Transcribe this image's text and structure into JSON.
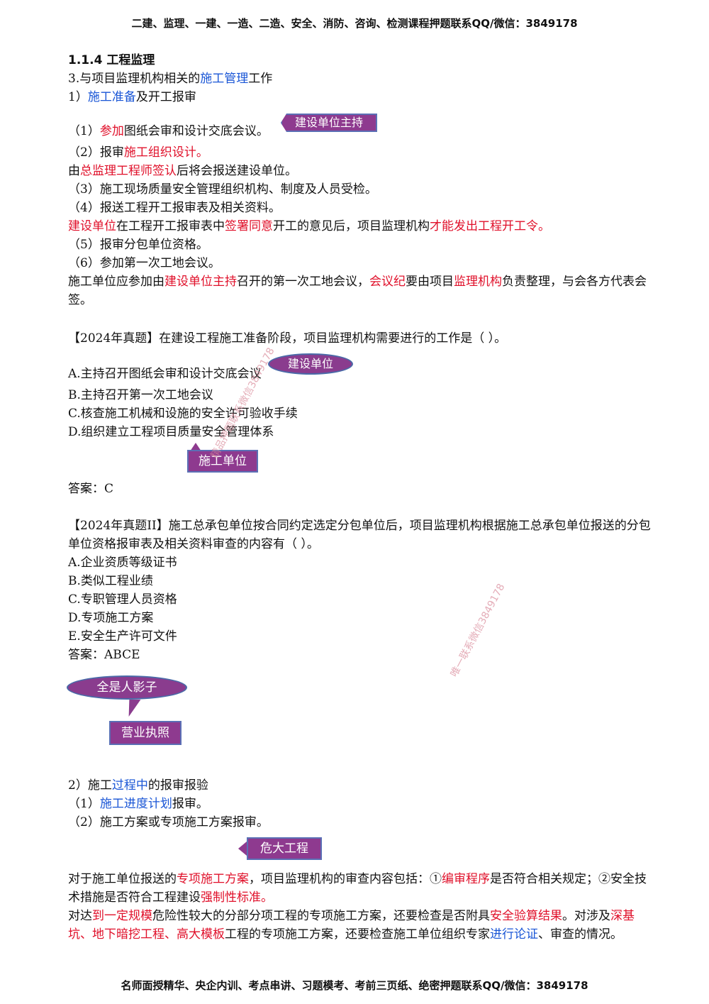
{
  "header": "二建、监理、一建、一造、二造、安全、消防、咨询、检测课程押题联系QQ/微信：3849178",
  "footer": "名师面授精华、央企内训、考点串讲、习题模考、考前三页纸、绝密押题联系QQ/微信：3849178",
  "section_title": "1.1.4  工程监理",
  "l1": {
    "a": "3.与项目监理机构相关的",
    "b": "施工管理",
    "c": "工作"
  },
  "l2": {
    "a": "1）",
    "b": "施工准备",
    "c": "及开工报审"
  },
  "l3": {
    "a": "（1）",
    "b": "参加",
    "c": "图纸会审和设计交底会议。"
  },
  "l4": {
    "a": "（2）报审",
    "b": "施工组织设计。"
  },
  "l5": {
    "a": "由",
    "b": "总监理工程师签认",
    "c": "后将会报送建设单位。"
  },
  "l6": "（3）施工现场质量安全管理组织机构、制度及人员受检。",
  "l7": "（4）报送工程开工报审表及相关资料。",
  "l8": {
    "a": "建设单位",
    "b": "在工程开工报审表中",
    "c": "签署同意",
    "d": "开工的意见后，项目监理机构",
    "e": "才能发出工程开工令。"
  },
  "l9": "（5）报审分包单位资格。",
  "l10": "（6）参加第一次工地会议。",
  "l11": {
    "a": "施工单位应参加由",
    "b": "建设单位主持",
    "c": "召开的第一次工地会议，",
    "d": "会议纪",
    "e": "要由项目",
    "f": "监理机构",
    "g": "负责整理，与会各方代表会签。"
  },
  "q1": {
    "stem": "【2024年真题】在建设工程施工准备阶段，项目监理机构需要进行的工作是（    ）。",
    "options": [
      "A.主持召开图纸会审和设计交底会议",
      "B.主持召开第一次工地会议",
      "C.核查施工机械和设施的安全许可验收手续",
      "D.组织建立工程项目质量安全管理体系"
    ],
    "answer": "答案：C"
  },
  "q2": {
    "stem": "【2024年真题II】施工总承包单位按合同约定选定分包单位后，项目监理机构根据施工总承包单位报送的分包单位资格报审表及相关资料审查的内容有（    ）。",
    "options": [
      "A.企业资质等级证书",
      "B.类似工程业绩",
      "C.专职管理人员资格",
      "D.专项施工方案",
      "E.安全生产许可文件"
    ],
    "answer": "答案：ABCE"
  },
  "l12": {
    "a": "2）施工",
    "b": "过程中",
    "c": "的报审报验"
  },
  "l13": {
    "a": "（1）",
    "b": "施工进度计划",
    "c": "报审。"
  },
  "l14": "（2）施工方案或专项施工方案报审。",
  "p1": {
    "a": "对于施工单位报送的",
    "b": "专项施工方案",
    "c": "，项目监理机构的审查内容包括：①",
    "d": "编审程序",
    "e": "是否符合相关规定；②安全技术措施是否符合工程建设",
    "f": "强制性标准。"
  },
  "p2": {
    "a": "对达",
    "b": "到一定规模",
    "c": "危险性较大的分部分项工程的专项施工方案，还要检查是否附具",
    "d": "安全验算结果",
    "e": "。对涉及",
    "f": "深基坑、地下暗挖工程、高大模板",
    "g": "工程的专项施工方案，还要检查施工单位组织专家",
    "h": "进行论证",
    "i": "、审查的情况。"
  },
  "tags": {
    "t1": "建设单位主持",
    "t2": "建设单位",
    "t3": "施工单位",
    "t4": "全是人影子",
    "t5": "营业执照",
    "t6": "危大工程"
  },
  "watermarks": {
    "w1": "精品押题联系微信3849178",
    "w2": "唯一联系微信3849178"
  },
  "colors": {
    "red": "#e0102a",
    "blue": "#1a56d6",
    "tag_purple": "#8e3a8f"
  }
}
